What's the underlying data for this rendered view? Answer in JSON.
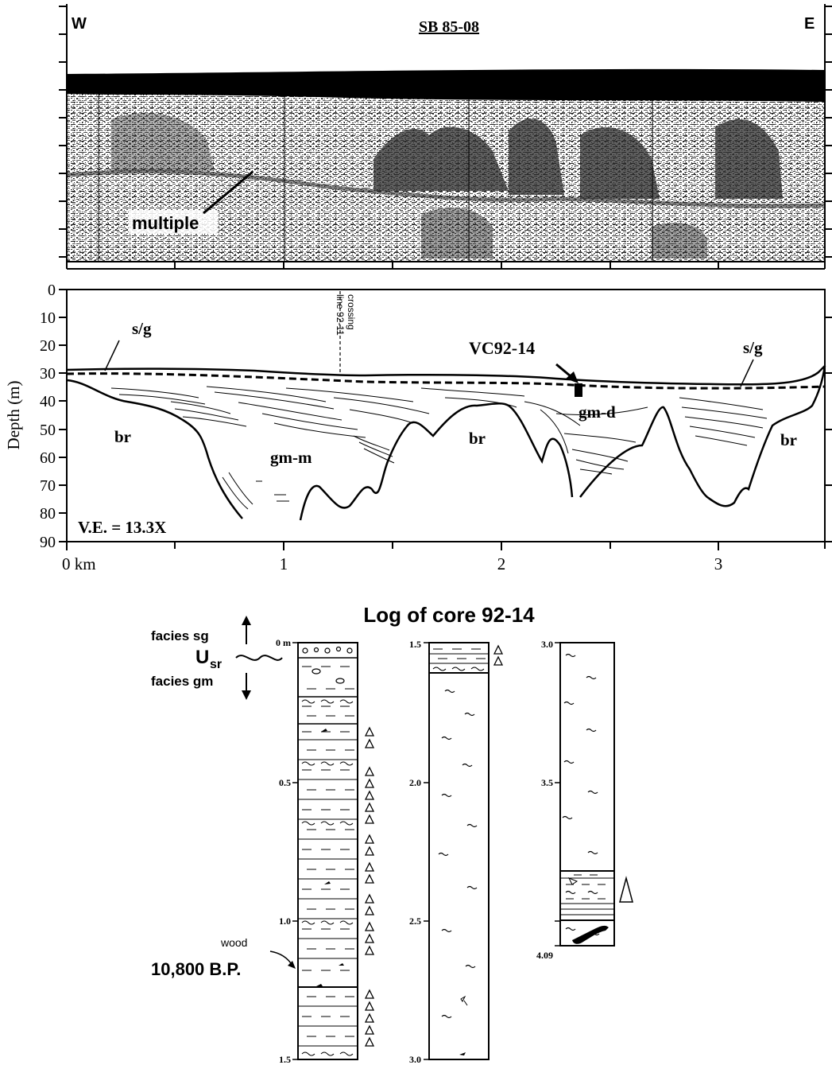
{
  "seismic": {
    "west": "W",
    "east": "E",
    "line_title": "SB 85-08",
    "multiple_label": "multiple"
  },
  "profile": {
    "y_axis_label": "Depth (m)",
    "y_ticks": [
      "0",
      "10",
      "20",
      "30",
      "40",
      "50",
      "60",
      "70",
      "80",
      "90"
    ],
    "x_ticks": [
      "0 km",
      "1",
      "2",
      "3"
    ],
    "crossing_line_1": "crossing",
    "crossing_line_2": "line 92-11",
    "core_label": "VC92-14",
    "ve_label": "V.E. = 13.3X",
    "units": [
      "s/g",
      "s/g",
      "br",
      "br",
      "br",
      "gm-m",
      "gm-d"
    ]
  },
  "core_log": {
    "title": "Log of core 92-14",
    "facies_top": "facies sg",
    "surface_main": "U",
    "surface_sub": "sr",
    "facies_bottom": "facies gm",
    "wood_label": "wood",
    "date_label": "10,800 B.P.",
    "col1_ticks": [
      "0 m",
      "0.5",
      "1.0",
      "1.5"
    ],
    "col2_ticks": [
      "1.5",
      "2.0",
      "2.5",
      "3.0"
    ],
    "col3_ticks": [
      "3.0",
      "3.5",
      "4.09"
    ]
  }
}
